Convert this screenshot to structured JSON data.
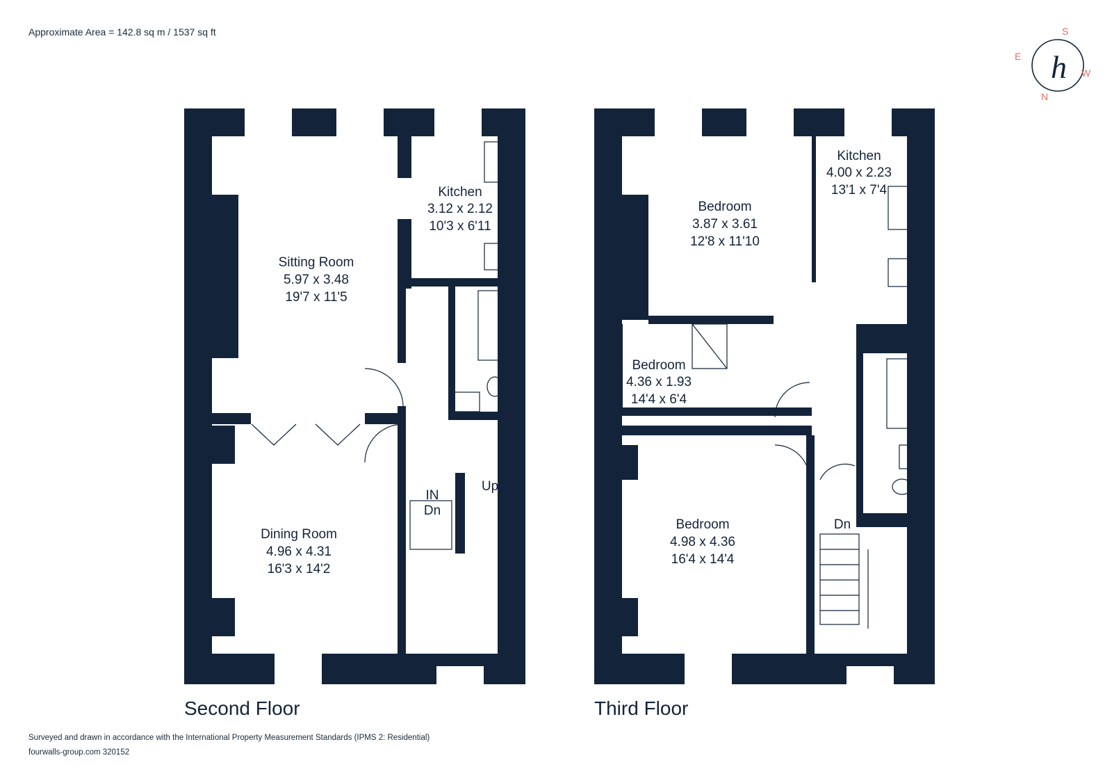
{
  "header": {
    "area": "Approximate Area = 142.8 sq m / 1537 sq ft"
  },
  "compass": {
    "labels": {
      "n": "N",
      "s": "S",
      "e": "E",
      "w": "W"
    },
    "logo": "h",
    "accent": "#e07060"
  },
  "floors": [
    {
      "label": "Second Floor"
    },
    {
      "label": "Third Floor"
    }
  ],
  "rooms": {
    "sitting_room": {
      "name": "Sitting Room",
      "metric": "5.97 x 3.48",
      "imperial": "19'7 x 11'5"
    },
    "kitchen_2": {
      "name": "Kitchen",
      "metric": "3.12 x 2.12",
      "imperial": "10'3 x 6'11"
    },
    "dining_room": {
      "name": "Dining Room",
      "metric": "4.96 x 4.31",
      "imperial": "16'3 x 14'2"
    },
    "bedroom_1": {
      "name": "Bedroom",
      "metric": "3.87 x 3.61",
      "imperial": "12'8 x 11'10"
    },
    "kitchen_3": {
      "name": "Kitchen",
      "metric": "4.00 x 2.23",
      "imperial": "13'1 x 7'4"
    },
    "bedroom_2": {
      "name": "Bedroom",
      "metric": "4.36 x 1.93",
      "imperial": "14'4 x 6'4"
    },
    "bedroom_3": {
      "name": "Bedroom",
      "metric": "4.98 x 4.36",
      "imperial": "16'4 x 14'4"
    }
  },
  "stairs": {
    "in": "IN",
    "dn": "Dn",
    "up": "Up",
    "dn3": "Dn"
  },
  "footer": {
    "line1": "Surveyed and drawn in accordance with the International Property Measurement Standards (IPMS 2: Residential)",
    "line2": "fourwalls-group.com 320152"
  },
  "colors": {
    "wall": "#13243a",
    "background": "#ffffff"
  }
}
